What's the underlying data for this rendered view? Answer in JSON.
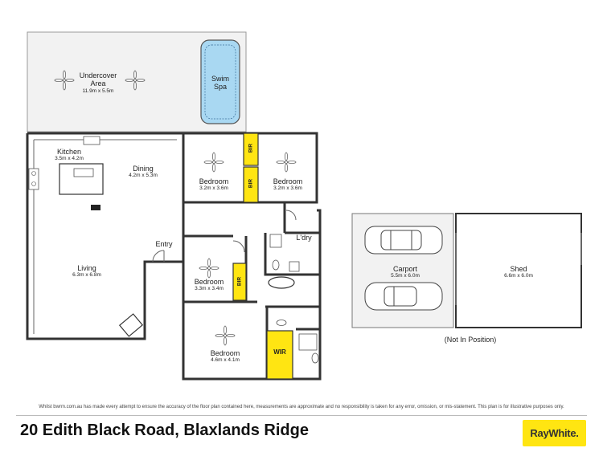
{
  "rooms": {
    "undercover": {
      "name": "Undercover\nArea",
      "dim": "11.9m x 5.5m"
    },
    "swim_spa": {
      "name": "Swim\nSpa"
    },
    "kitchen": {
      "name": "Kitchen",
      "dim": "3.5m x 4.2m"
    },
    "dining": {
      "name": "Dining",
      "dim": "4.2m x 5.3m"
    },
    "bedroom_a": {
      "name": "Bedroom",
      "dim": "3.2m x 3.6m"
    },
    "bedroom_b": {
      "name": "Bedroom",
      "dim": "3.2m x 3.6m"
    },
    "bir": "BIR",
    "entry": {
      "name": "Entry"
    },
    "living": {
      "name": "Living",
      "dim": "6.3m x 6.8m"
    },
    "bedroom_c": {
      "name": "Bedroom",
      "dim": "3.3m x 3.4m"
    },
    "laundry": {
      "name": "L'dry"
    },
    "bedroom_d": {
      "name": "Bedroom",
      "dim": "4.6m x 4.1m"
    },
    "wir": {
      "name": "WIR"
    },
    "carport": {
      "name": "Carport",
      "dim": "5.5m x 6.0m"
    },
    "shed": {
      "name": "Shed",
      "dim": "6.6m x 6.0m"
    },
    "not_in_position": "(Not In Position)"
  },
  "colors": {
    "accent": "#ffe512",
    "wall": "#333333",
    "outdoor_fill": "#f2f2f2",
    "spa_fill": "#a9d8f2"
  },
  "disclaimer": "Whilst bwrm.com.au has made every attempt to ensure the accuracy of the floor plan contained here, measurements are approximate and no responsibility is taken for any error, omission, or mis-statement. This plan is for illustrative purposes only.",
  "address": "20 Edith Black Road, Blaxlands Ridge",
  "logo_text": "RayWhite."
}
